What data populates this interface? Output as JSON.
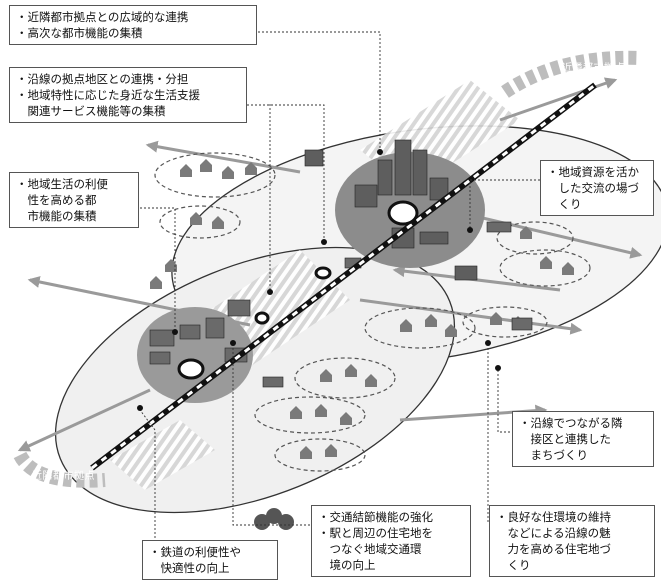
{
  "callouts": {
    "wide_area": [
      "・近隣都市拠点との広域的な連携",
      "・高次な都市機能の集積"
    ],
    "route_hub": [
      "・沿線の拠点地区との連携・分担",
      "・地域特性に応じた身近な生活支援",
      "　関連サービス機能等の集積"
    ],
    "convenience": [
      "・地域生活の利便",
      "　性を高める都",
      "　市機能の集積"
    ],
    "exchange": [
      "・地域資源を活か",
      "　した交流の場づ",
      "　くり"
    ],
    "neighbor": [
      "・沿線でつながる隣",
      "　接区と連携した",
      "　まちづくり"
    ],
    "transport": [
      "・交通結節機能の強化",
      "・駅と周辺の住宅地を",
      "　つなぐ地域交通環",
      "　境の向上"
    ],
    "housing": [
      "・良好な住環境の維持",
      "　などによる沿線の魅",
      "　力を高める住宅地づ",
      "　くり"
    ],
    "railway": [
      "・鉄道の利便性や",
      "　快適性の向上"
    ]
  },
  "tags": {
    "neighbor_city_top": "近隣都市拠点",
    "neighbor_city_bottom": "近隣都市拠点"
  },
  "colors": {
    "ground": "#f2f2f2",
    "core": "#8c8c8c",
    "zone_line": "#333333",
    "arrow": "#9a9a9a",
    "building": "#666666",
    "rail": "#111111"
  }
}
